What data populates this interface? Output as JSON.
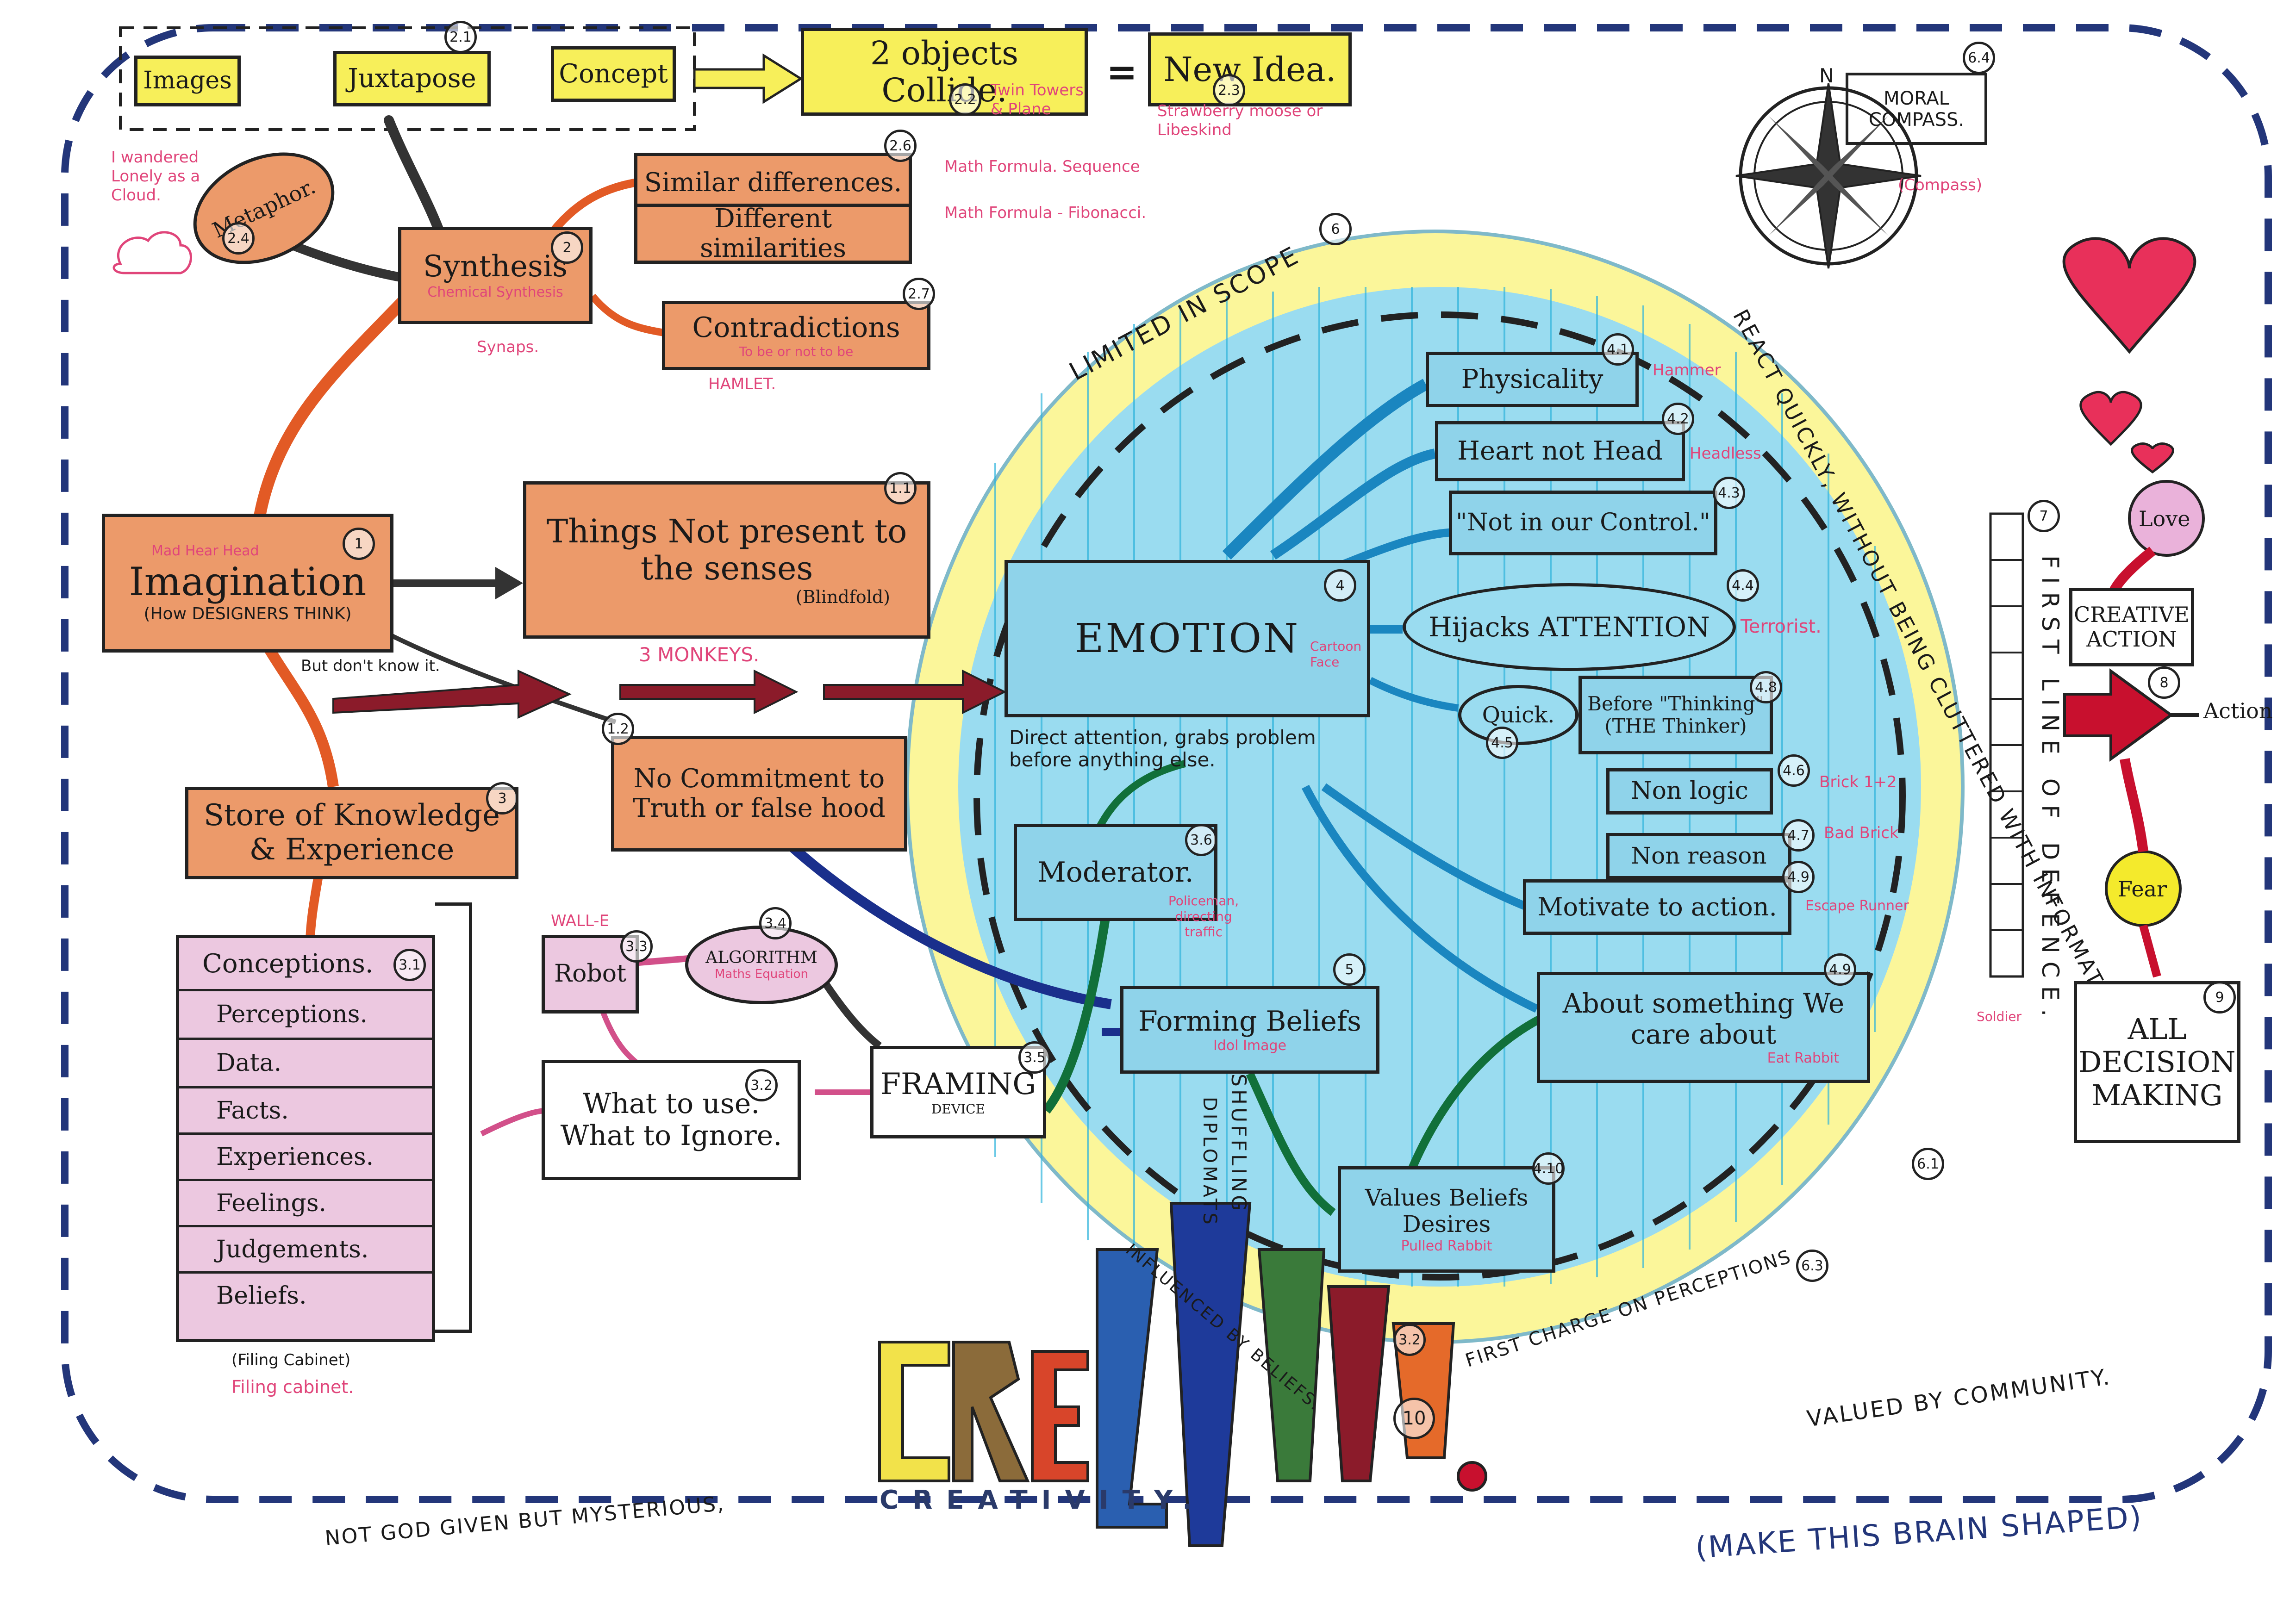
{
  "top_row": {
    "images": "Images",
    "juxtapose": "Juxtapose",
    "concept": "Concept",
    "collide": "2 objects Collide.",
    "equals": "=",
    "new_idea": "New Idea.",
    "n_juxtapose": "2.1",
    "n_collide": "2.2",
    "n_newidea": "2.3",
    "note_collide": "Twin Towers & Plane",
    "note_newidea": "Strawberry moose or Libeskind"
  },
  "left_notes": {
    "lonely": "I wandered Lonely as a Cloud."
  },
  "metaphor": {
    "label": "Metaphor.",
    "num": "2.4"
  },
  "synthesis": {
    "label": "Synthesis",
    "num": "2",
    "note": "Chemical Synthesis",
    "note2": "Synaps."
  },
  "similar": {
    "similar_differences": "Similar differences.",
    "different_similarities": "Different similarities",
    "num": "2.6",
    "note1": "Math Formula. Sequence",
    "note2": "Math Formula - Fibonacci."
  },
  "contradictions": {
    "label": "Contradictions",
    "num": "2.7",
    "note": "To be or not to be",
    "note2": "HAMLET."
  },
  "imagination": {
    "label": "Imagination",
    "sub": "(How DESIGNERS THINK)",
    "num": "1",
    "note": "Mad Hear Head",
    "below": "But don't know it."
  },
  "not_present": {
    "label": "Things Not present to the senses",
    "sub": "(Blindfold)",
    "num": "1.1",
    "note": "Blindfold",
    "below": "3 MONKEYS."
  },
  "no_commitment": {
    "label": "No Commitment to Truth or false hood",
    "num": "1.2"
  },
  "store": {
    "label": "Store of Knowledge & Experience",
    "num": "3"
  },
  "cabinet": {
    "num": "3.1",
    "items": [
      "Conceptions.",
      "Perceptions.",
      "Data.",
      "Facts.",
      "Experiences.",
      "Feelings.",
      "Judgements.",
      "Beliefs."
    ],
    "caption": "(Filing Cabinet)",
    "caption2": "Filing cabinet."
  },
  "robot": {
    "label": "Robot",
    "num": "3.3",
    "note": "WALL-E"
  },
  "algorithm": {
    "label": "ALGORITHM",
    "num": "3.4",
    "note": "Maths Equation"
  },
  "what_to_use": {
    "label": "What to use. What to Ignore.",
    "num": "3.2"
  },
  "framing": {
    "label": "FRAMING",
    "sub": "DEVICE",
    "num": "3.5"
  },
  "emotion": {
    "label": "EMOTION",
    "num": "4",
    "note": "Cartoon Face",
    "direct": "Direct attention, grabs problem before anything else."
  },
  "moderator": {
    "label": "Moderator.",
    "num": "3.6",
    "note": "Policeman, directing traffic"
  },
  "forming_beliefs": {
    "label": "Forming Beliefs",
    "num": "5",
    "note": "Idol Image"
  },
  "shuffling": "SHUFFLING",
  "diplomats": "DIPLOMATS",
  "influenced": "INFLUENCED BY BELIEFS.",
  "influenced_num": "3.2",
  "right_items": [
    {
      "label": "Physicality",
      "num": "4.1",
      "note": "Hammer"
    },
    {
      "label": "Heart not Head",
      "num": "4.2",
      "note": "Headless"
    },
    {
      "label": "\"Not in our Control.\"",
      "num": "4.3",
      "note": ""
    },
    {
      "label": "Hijacks ATTENTION",
      "num": "4.4",
      "note": "Terrorist."
    },
    {
      "label": "Quick.",
      "num": "4.5",
      "note": ""
    },
    {
      "label": "Before \"Thinking\" (THE Thinker)",
      "num": "4.8",
      "note": ""
    },
    {
      "label": "Non logic",
      "num": "4.6",
      "note": "Brick 1+2"
    },
    {
      "label": "Non reason",
      "num": "4.7",
      "note": "Bad Brick"
    },
    {
      "label": "Motivate to action.",
      "num": "4.9",
      "note": "Escape Runner"
    },
    {
      "label": "About something We care about",
      "num": "4.9",
      "note": "Eat Rabbit"
    },
    {
      "label": "Values Beliefs Desires",
      "num": "4.10",
      "note": "Pulled Rabbit"
    }
  ],
  "scope": {
    "limited": "LIMITED IN SCOPE",
    "limited_num": "6",
    "react": "REACT QUICKLY, WITHOUT BEING CLUTTERED WITH INFORMATION.",
    "react_num": "6.1",
    "first_charge": "FIRST CHARGE ON PERCEPTIONS",
    "first_charge_num": "6.3"
  },
  "compass": {
    "n": "N",
    "label": "MORAL COMPASS.",
    "num": "6.4",
    "note": "(Compass)"
  },
  "first_line": {
    "text": "FIRST LINE OF DEFENCE.",
    "num": "7",
    "note": "Soldier"
  },
  "love": "Love",
  "fear": "Fear",
  "creative_action": {
    "label": "CREATIVE ACTION",
    "num": "8"
  },
  "action": "Action",
  "all_decision": {
    "label": "ALL DECISION MAKING",
    "num": "9"
  },
  "creativity": {
    "word": "CREATIVITY.",
    "num": "10"
  },
  "valued": "VALUED BY COMMUNITY.",
  "not_god": "NOT GOD GIVEN BUT MYSTERIOUS,",
  "brain": "(MAKE THIS BRAIN SHAPED)",
  "colors": {
    "border": "#23367a",
    "yellow": "#f7ef5a",
    "orange": "#ec9a6a",
    "pink_note": "#e0457a",
    "cyan": "#45c6e8",
    "heart": "#e8305a"
  }
}
